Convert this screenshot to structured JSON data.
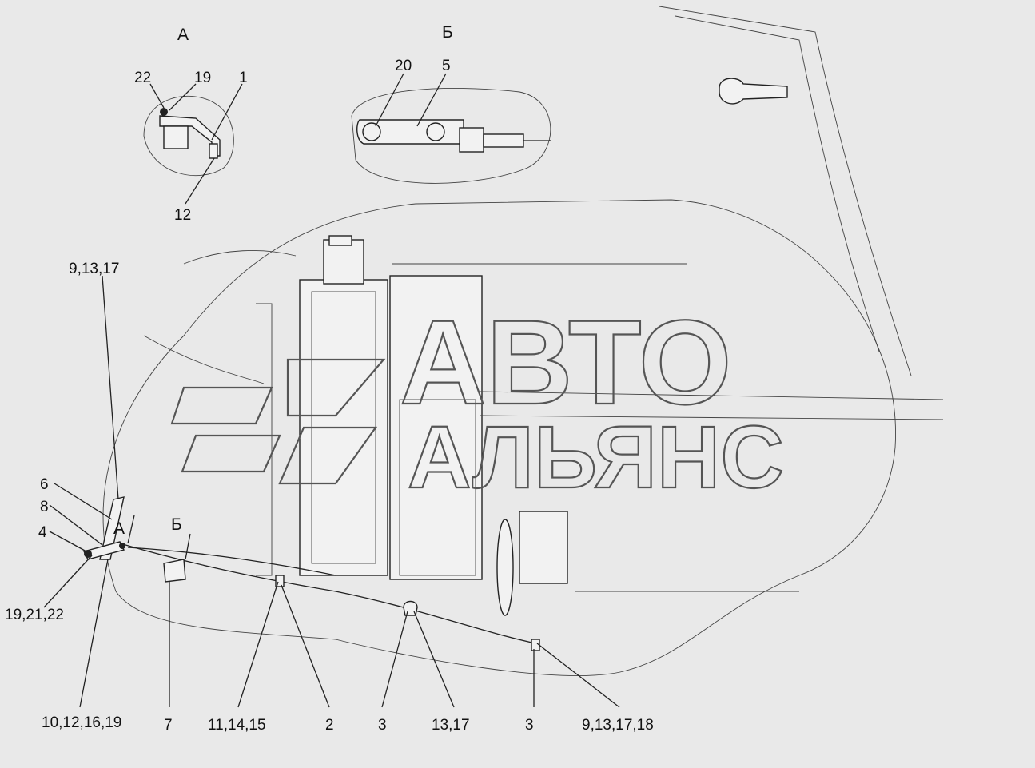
{
  "views": {
    "view_a": "А",
    "view_b": "Б"
  },
  "view_a_callouts": [
    "22",
    "19",
    "1",
    "12"
  ],
  "view_b_callouts": [
    "20",
    "5"
  ],
  "main_callouts": {
    "c1": "9,13,17",
    "c2": "6",
    "c3": "8",
    "c4": "4",
    "c5": "19,21,22",
    "c6": "10,12,16,19",
    "c7": "7",
    "c8": "11,14,15",
    "c9": "2",
    "c10": "3",
    "c11": "13,17",
    "c12": "3",
    "c13": "9,13,17,18",
    "ref_a": "А",
    "ref_b": "Б"
  },
  "watermark": {
    "line1": "АВТО",
    "line2": "АЛЬЯНС"
  },
  "colors": {
    "background": "#e9e9e9",
    "outline": "#222222",
    "watermark": "#555555"
  }
}
